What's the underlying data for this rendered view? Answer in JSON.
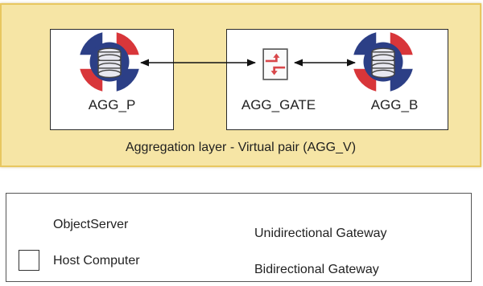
{
  "diagram": {
    "nodes": [
      {
        "id": "agg_p",
        "label": "AGG_P",
        "kind": "objectserver-icon"
      },
      {
        "id": "agg_gate",
        "label": "AGG_GATE",
        "kind": "bidirectional-gateway-icon"
      },
      {
        "id": "agg_b",
        "label": "AGG_B",
        "kind": "objectserver-icon"
      }
    ],
    "connections": [
      {
        "from": "agg_p",
        "to": "agg_gate",
        "direction": "both"
      },
      {
        "from": "agg_gate",
        "to": "agg_b",
        "direction": "both"
      }
    ],
    "layer_caption": "Aggregation layer - Virtual pair (AGG_V)"
  },
  "legend": {
    "objectserver": "ObjectServer",
    "host_computer": "Host Computer",
    "unidirectional_gateway": "Unidirectional Gateway",
    "bidirectional_gateway": "Bidirectional Gateway"
  },
  "colors": {
    "layer_fill": "#f6e5a5",
    "layer_border": "#e8c760",
    "server_blue": "#2c3f86",
    "server_red": "#d8363a",
    "gateway_red": "#d8474a"
  }
}
